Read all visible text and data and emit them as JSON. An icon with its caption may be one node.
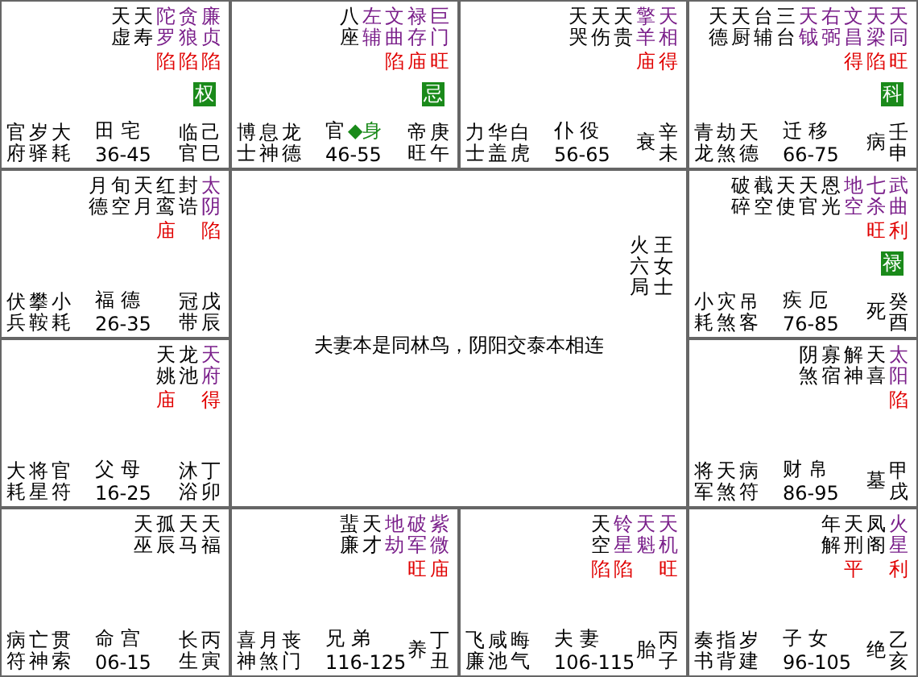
{
  "diagram": {
    "nodes": [
      {
        "text": [
          "天虚",
          "天寿",
          "陀罗",
          "贪狼",
          "廉贞",
          "陷",
          "陷",
          "陷",
          "权",
          "官府",
          "岁驿",
          "大耗",
          "田 宅",
          "36-45",
          "临官",
          "己巳"
        ]
      },
      {
        "text": [
          "八座",
          "左辅",
          "文曲",
          "禄存",
          "巨门",
          "陷",
          "庙",
          "旺",
          "忌",
          "博士",
          "息神",
          "龙德",
          "官",
          "◆身",
          "46-55",
          "帝旺",
          "庚午"
        ]
      },
      {
        "text": [
          "天哭",
          "天伤",
          "天贵",
          "擎羊",
          "天相",
          "庙",
          "得",
          "力士",
          "华盖",
          "白虎",
          "仆 役",
          "56-65",
          "衰",
          "辛未"
        ]
      },
      {
        "text": [
          "天德",
          "天厨",
          "台辅",
          "三台",
          "天钺",
          "右弼",
          "文昌",
          "天梁",
          "天同",
          "得",
          "陷",
          "旺",
          "科",
          "青龙",
          "劫煞",
          "天德",
          "迁 移",
          "66-75",
          "病",
          "壬申"
        ]
      },
      {
        "text": [
          "月德",
          "旬空",
          "天月",
          "红鸾",
          "封诰",
          "太阴",
          "庙",
          "陷",
          "伏兵",
          "攀鞍",
          "小耗",
          "福 德",
          "26-35",
          "冠带",
          "戊辰"
        ]
      },
      {
        "text": [
          "火六局",
          "王女士",
          "夫妻本是同林鸟，阴阳交泰本相连"
        ]
      },
      {
        "text": [
          "破碎",
          "截空",
          "天使",
          "天官",
          "恩光",
          "地空",
          "七杀",
          "武曲",
          "旺",
          "利",
          "禄",
          "小耗",
          "灾煞",
          "吊客",
          "疾 厄",
          "76-85",
          "死",
          "癸酉"
        ]
      },
      {
        "text": [
          "天姚",
          "龙池",
          "天府",
          "庙",
          "得",
          "大耗",
          "将星",
          "官符",
          "父 母",
          "16-25",
          "沐浴",
          "丁卯"
        ]
      },
      {
        "text": [
          "阴煞",
          "寡宿",
          "解神",
          "天喜",
          "太阳",
          "陷",
          "将军",
          "天煞",
          "病符",
          "财 帛",
          "86-95",
          "墓",
          "甲戌"
        ]
      },
      {
        "text": [
          "天巫",
          "孤辰",
          "天马",
          "天福",
          "病符",
          "亡神",
          "贯索",
          "命 宫",
          "06-15",
          "长生",
          "丙寅"
        ]
      },
      {
        "text": [
          "蜚廉",
          "天才",
          "地劫",
          "破军",
          "紫微",
          "旺",
          "庙",
          "喜神",
          "月煞",
          "丧门",
          "兄 弟",
          "116-125",
          "养",
          "丁丑"
        ]
      },
      {
        "text": [
          "天空",
          "铃星",
          "天魁",
          "天机",
          "陷",
          "陷",
          "旺",
          "飞廉",
          "咸池",
          "晦气",
          "夫 妻",
          "106-115",
          "胎",
          "丙子"
        ]
      },
      {
        "text": [
          "年解",
          "天刑",
          "凤阁",
          "火星",
          "平",
          "利",
          "奏书",
          "指背",
          "岁建",
          "子 女",
          "96-105",
          "绝",
          "乙亥"
        ]
      }
    ]
  }
}
